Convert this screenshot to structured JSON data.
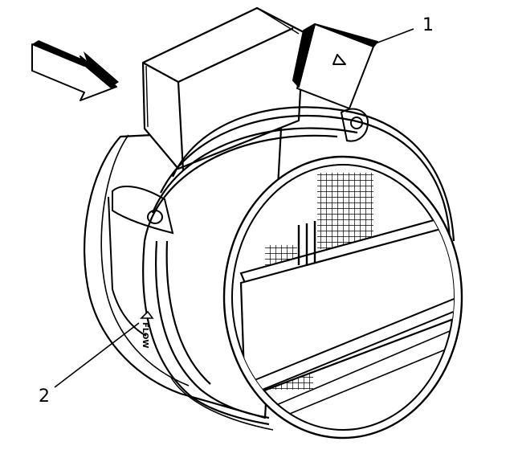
{
  "callouts": [
    {
      "id": "1",
      "label": "1"
    },
    {
      "id": "2",
      "label": "2"
    }
  ],
  "embossed_text": "FLOW"
}
